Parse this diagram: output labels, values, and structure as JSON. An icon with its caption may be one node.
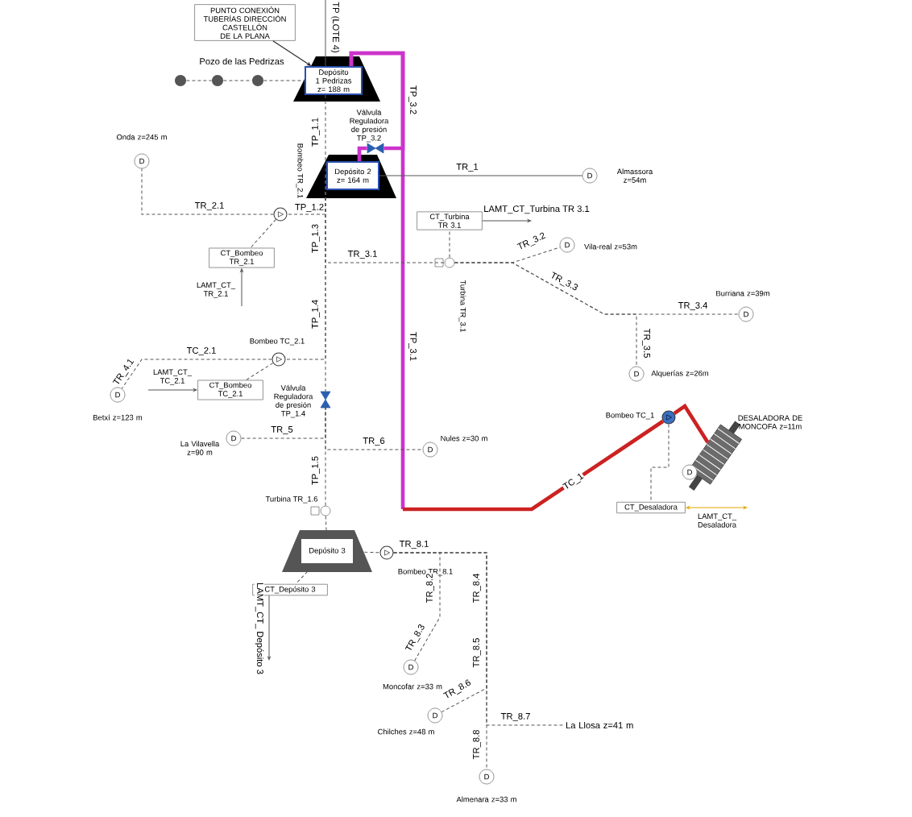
{
  "diagram": {
    "nodes": [
      {
        "text": [
          "PUNTO CONEXIÓN TUBERÍAS DIRECCIÓN CASTELLÓN DE LA PLANA"
        ]
      },
      {
        "text": [],
        "shape": "circle"
      },
      {
        "text": [],
        "shape": "circle"
      },
      {
        "text": [],
        "shape": "circle"
      },
      {
        "text": [
          "Depósito 1 Pedrizas z= 188 m"
        ]
      },
      {
        "text": [],
        "shape": "valve",
        "beside": [
          "Válvula Reguladora de presión TP_3.2"
        ]
      },
      {
        "text": [
          "Depósito 2 z= 164 m"
        ]
      },
      {
        "text": [
          "D"
        ],
        "beside": [
          "Onda z=245 m"
        ]
      },
      {
        "text": [
          "D"
        ],
        "beside": [
          "Almassora z=54m"
        ]
      },
      {
        "text": [],
        "shape": "pump",
        "beside": [
          "Bombeo TR_2.1"
        ]
      },
      {
        "text": [
          "CT_Bombeo TR_2.1"
        ]
      },
      {
        "text": [
          "CT_Turbina TR 3.1"
        ]
      },
      {
        "text": [],
        "shape": "turbine",
        "beside": [
          "Turbina TR_3.1"
        ]
      },
      {
        "text": [
          "D"
        ],
        "beside": [
          "Vila-real z=53m"
        ]
      },
      {
        "text": [
          "D"
        ],
        "beside": [
          "Burriana z=39m"
        ]
      },
      {
        "text": [
          "D"
        ],
        "beside": [
          "Alquerías z=26m"
        ]
      },
      {
        "text": [],
        "shape": "pump",
        "beside": [
          "Bombeo TC_2.1"
        ]
      },
      {
        "text": [
          "CT_Bombeo TC_2.1"
        ]
      },
      {
        "text": [
          "D"
        ],
        "beside": [
          "Betxí z=123 m"
        ]
      },
      {
        "text": [],
        "shape": "valve",
        "beside": [
          "Válvula Reguladora de presión TP_1.4"
        ]
      },
      {
        "text": [
          "D"
        ],
        "beside": [
          "La Vilavella z=90 m"
        ]
      },
      {
        "text": [
          "D"
        ],
        "beside": [
          "Nules z=30 m"
        ]
      },
      {
        "text": [],
        "shape": "pump",
        "beside": [
          "Bombeo TC_1"
        ]
      },
      {
        "text": [],
        "shape": "picture",
        "beside": [
          "DESALADORA DE MONCOFA z=11m"
        ]
      },
      {
        "text": [
          "D"
        ]
      },
      {
        "text": [
          "CT_Desaladora"
        ]
      },
      {
        "text": [],
        "shape": "turbine",
        "beside": [
          "Turbina TR_1.6"
        ]
      },
      {
        "text": [
          "Depósito 3"
        ]
      },
      {
        "text": [
          "CT_Depósito 3"
        ]
      },
      {
        "text": [],
        "shape": "pump",
        "beside": [
          "Bombeo TR_8.1"
        ]
      },
      {
        "text": [
          "D"
        ],
        "beside": [
          "Moncofar z=33 m"
        ]
      },
      {
        "text": [
          "D"
        ],
        "beside": [
          "Chilches z=48 m"
        ]
      },
      {
        "text": [
          "La Llosa z=41 m"
        ]
      },
      {
        "text": [
          "D"
        ],
        "beside": [
          "Almenara z=33 m"
        ]
      }
    ],
    "edges": [
      {
        "from": 0,
        "to": 4,
        "arrow": "to",
        "color": "#222222"
      },
      {
        "from": 1,
        "to": 2,
        "arrow": "none",
        "style": "dashed"
      },
      {
        "from": 2,
        "to": 3,
        "arrow": "none",
        "style": "dashed"
      },
      {
        "from": 3,
        "to": 4,
        "arrow": "none",
        "style": "dashed"
      },
      {
        "from": null,
        "to": 4,
        "arrow": "none",
        "label": "TP (LOTE 4)"
      },
      {
        "from": 4,
        "to": 6,
        "arrow": "none",
        "label": "TP_1.1",
        "style": "dashed"
      },
      {
        "from": 4,
        "to": 5,
        "arrow": "none",
        "label": "TP_3.2",
        "style": "thick",
        "color": "#cc33cc"
      },
      {
        "from": 5,
        "to": 6,
        "arrow": "none",
        "style": "thick",
        "color": "#cc33cc"
      },
      {
        "from": 4,
        "to": null,
        "arrow": "none",
        "label": "TP_3.1",
        "style": "thick",
        "color": "#cc33cc"
      },
      {
        "from": null,
        "to": 22,
        "arrow": "none",
        "label": "TC_1",
        "style": "thick",
        "color": "#cc2222"
      },
      {
        "from": 22,
        "to": 23,
        "arrow": "none",
        "style": "thick",
        "color": "#cc2222"
      },
      {
        "from": 6,
        "to": 8,
        "arrow": "none",
        "label": "TR_1"
      },
      {
        "from": 6,
        "to": 9,
        "arrow": "none",
        "label": "TP_1.2",
        "style": "dashed"
      },
      {
        "from": 9,
        "to": 7,
        "arrow": "none",
        "label": "TR_2.1",
        "style": "dashed"
      },
      {
        "from": 9,
        "to": 10,
        "arrow": "none",
        "style": "dashed"
      },
      {
        "from": null,
        "to": 10,
        "arrow": "to",
        "label": "LAMT_CT_ TR_2.1"
      },
      {
        "from": 6,
        "to": 12,
        "arrow": "none",
        "label": "TR_3.1",
        "style": "dashed"
      },
      {
        "from": 12,
        "to": 11,
        "arrow": "none",
        "style": "dashed"
      },
      {
        "from": 11,
        "to": null,
        "arrow": "to",
        "label": "LAMT_CT_Turbina TR 3.1"
      },
      {
        "from": 12,
        "to": 13,
        "arrow": "none",
        "label": "TR_3.2",
        "style": "dashed"
      },
      {
        "from": 12,
        "to": 14,
        "arrow": "none",
        "label": "TR_3.4",
        "style": "dashed"
      },
      {
        "from": 12,
        "to": 15,
        "arrow": "none",
        "label": "TR_3.5",
        "style": "dashed"
      },
      {
        "from": 6,
        "to": 16,
        "arrow": "none",
        "style": "dashed"
      },
      {
        "from": 16,
        "to": 18,
        "arrow": "none",
        "label": "TC_2.1",
        "style": "dashed"
      },
      {
        "from": 16,
        "to": 17,
        "arrow": "none",
        "style": "dashed"
      },
      {
        "from": null,
        "to": 17,
        "arrow": "to",
        "label": "LAMT_CT_ TC_2.1"
      },
      {
        "from": 6,
        "to": 19,
        "arrow": "none",
        "label": "TP_1.4",
        "style": "dashed"
      },
      {
        "from": 19,
        "to": 20,
        "arrow": "none",
        "label": "TR_5",
        "style": "dashed"
      },
      {
        "from": 19,
        "to": 21,
        "arrow": "none",
        "label": "TR_6",
        "style": "dashed"
      },
      {
        "from": 19,
        "to": 26,
        "arrow": "none",
        "label": "TP_1.5",
        "style": "dashed"
      },
      {
        "from": 26,
        "to": 27,
        "arrow": "none",
        "style": "dashed"
      },
      {
        "from": 22,
        "to": 25,
        "arrow": "none",
        "style": "dashed"
      },
      {
        "from": 25,
        "to": null,
        "arrow": "both",
        "label": "LAMT_CT_ Desaladora",
        "color": "#e0a800"
      },
      {
        "from": 27,
        "to": 28,
        "arrow": "none",
        "style": "dashed"
      },
      {
        "from": 28,
        "to": null,
        "arrow": "to",
        "label": "LAMT_CT_ Depósito 3"
      },
      {
        "from": 27,
        "to": 29,
        "arrow": "none",
        "style": "dashed"
      },
      {
        "from": 29,
        "to": 30,
        "arrow": "none",
        "label": "TR_8.2",
        "style": "dashed"
      },
      {
        "from": 29,
        "to": 31,
        "arrow": "none",
        "label": "TR_8.4",
        "style": "dashed"
      },
      {
        "from": 29,
        "to": 32,
        "arrow": "none",
        "label": "TR_8.7",
        "style": "dashed"
      },
      {
        "from": 29,
        "to": 33,
        "arrow": "none",
        "label": "TR_8.8",
        "style": "dashed"
      }
    ],
    "labels": [
      "Pozo de las Pedrizas",
      "TP_1.3",
      "TR_3.3",
      "TR_4.1",
      "TR_8.1",
      "TR_8.3",
      "TR_8.5",
      "TR_8.6"
    ]
  }
}
